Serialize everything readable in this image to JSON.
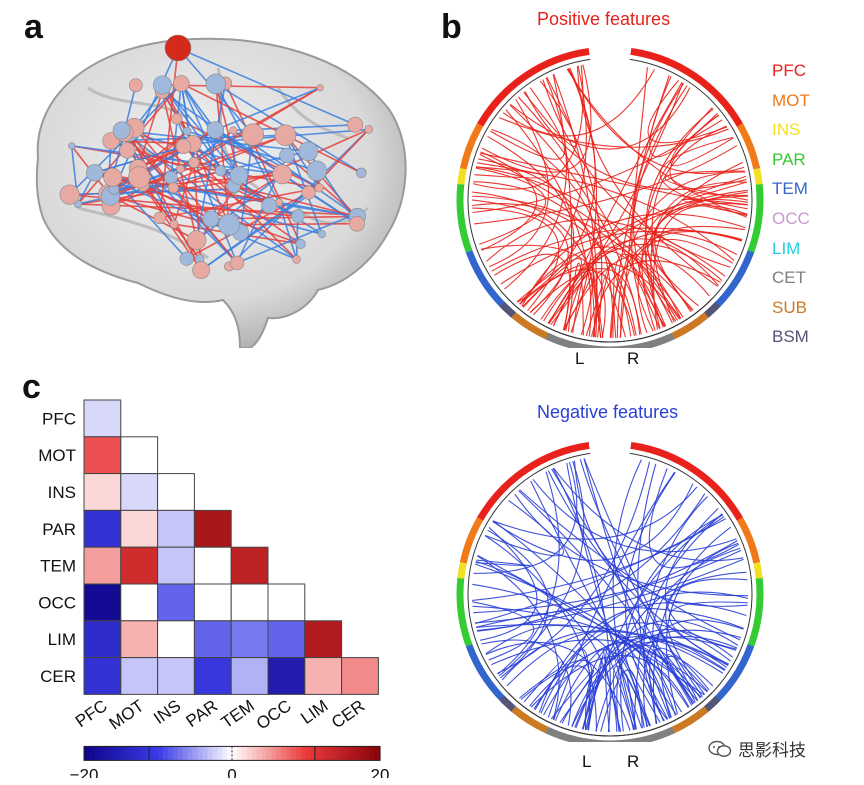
{
  "panels": {
    "a": "a",
    "b": "b",
    "c": "c"
  },
  "chord": {
    "positive_title": "Positive features",
    "negative_title": "Negative features",
    "positive_color": "#e8211a",
    "negative_color": "#2a3fd6",
    "left_label": "L",
    "right_label": "R"
  },
  "legend": [
    {
      "label": "PFC",
      "color": "#e8211a"
    },
    {
      "label": "MOT",
      "color": "#f07a1a"
    },
    {
      "label": "INS",
      "color": "#f0e021"
    },
    {
      "label": "PAR",
      "color": "#33cc33"
    },
    {
      "label": "TEM",
      "color": "#3366cc"
    },
    {
      "label": "OCC",
      "color": "#cc99cc"
    },
    {
      "label": "LIM",
      "color": "#22d0e0"
    },
    {
      "label": "CET",
      "color": "#808080"
    },
    {
      "label": "SUB",
      "color": "#cc7a22"
    },
    {
      "label": "BSM",
      "color": "#555577"
    }
  ],
  "watermark": {
    "text": "思影科技"
  },
  "chart_data": {
    "type": "heatmap",
    "rows": [
      "PFC",
      "MOT",
      "INS",
      "PAR",
      "TEM",
      "OCC",
      "LIM",
      "CER"
    ],
    "cols": [
      "PFC",
      "MOT",
      "INS",
      "PAR",
      "TEM",
      "OCC",
      "LIM",
      "CER"
    ],
    "values": [
      [
        -2
      ],
      [
        9,
        0
      ],
      [
        2,
        -2,
        0
      ],
      [
        -12,
        2,
        -3,
        17
      ],
      [
        5,
        13,
        -3,
        0,
        15
      ],
      [
        -19,
        0,
        -8,
        0,
        0,
        0
      ],
      [
        -13,
        4,
        0,
        -8,
        -7,
        -8,
        16
      ],
      [
        -12,
        -3,
        -3,
        -11,
        -4,
        -16,
        4,
        6
      ]
    ],
    "colorbar": {
      "min": -20,
      "max": 20,
      "ticks": [
        "−20",
        "0",
        "20"
      ]
    }
  }
}
